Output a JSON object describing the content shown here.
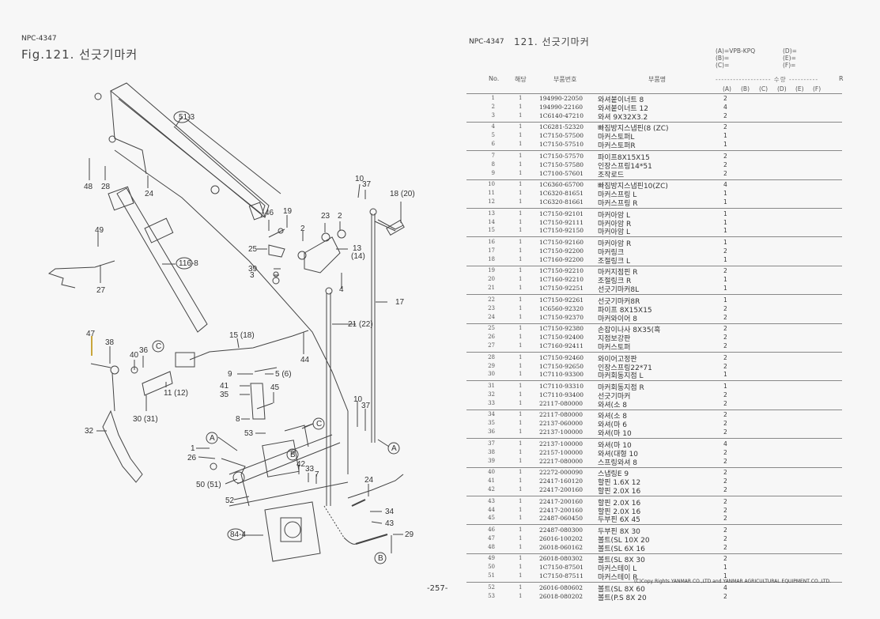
{
  "left_page": {
    "code": "NPC-4347",
    "title": "Fig.121.  선긋기마커"
  },
  "diagram": {
    "callouts": [
      "51-3",
      "48",
      "28",
      "24",
      "49",
      "116-8",
      "27",
      "46",
      "19",
      "25",
      "39",
      "3",
      "2",
      "23",
      "2",
      "13",
      "(14)",
      "4",
      "10",
      "37",
      "18 (20)",
      "17",
      "21 (22)",
      "47",
      "38",
      "36",
      "40",
      "C",
      "15 (18)",
      "44",
      "9",
      "5 (6)",
      "41",
      "35",
      "45",
      "11 (12)",
      "30 (31)",
      "32",
      "8",
      "53",
      "C",
      "A",
      "1",
      "26",
      "B",
      "42",
      "33",
      "7",
      "50 (51)",
      "52",
      "24",
      "34",
      "43",
      "84-4",
      "29",
      "B",
      "10",
      "37",
      "A"
    ]
  },
  "right_page": {
    "code": "NPC-4347",
    "title": "121.  선긋기마커",
    "models": {
      "A": "(A)=VPB-KPQ",
      "B": "(B)=",
      "C": "(C)=",
      "D": "(D)=",
      "E": "(E)=",
      "F": "(F)="
    },
    "headers": {
      "no": "No.",
      "applicable": "해당",
      "part_number": "부품번호",
      "part_name": "부품명",
      "quantity": "------------------- 수량 ----------",
      "remark": "R",
      "qty_cols": [
        "(A)",
        "(B)",
        "(C)",
        "(D)",
        "(E)",
        "(F)"
      ]
    },
    "rows": [
      {
        "no": "1",
        "app": "1",
        "pn": "194990-22050",
        "name": "와셔붙이너트 8",
        "qa": "2"
      },
      {
        "no": "2",
        "app": "1",
        "pn": "194990-22160",
        "name": "와셔붙이너트 12",
        "qa": "4"
      },
      {
        "no": "3",
        "app": "1",
        "pn": "1C6140-47210",
        "name": "와셔 9X32X3.2",
        "qa": "2"
      },
      {
        "no": "4",
        "app": "1",
        "pn": "1C6281-52320",
        "name": "빠짐방지스냅핀(8 (ZC)",
        "qa": "2"
      },
      {
        "no": "5",
        "app": "1",
        "pn": "1C7150-57500",
        "name": "마커스토퍼L",
        "qa": "1"
      },
      {
        "no": "6",
        "app": "1",
        "pn": "1C7150-57510",
        "name": "마커스토퍼R",
        "qa": "1"
      },
      {
        "no": "7",
        "app": "1",
        "pn": "1C7150-57570",
        "name": "파이프8X15X15",
        "qa": "2"
      },
      {
        "no": "8",
        "app": "1",
        "pn": "1C7150-57580",
        "name": "인장스프링14*51",
        "qa": "2"
      },
      {
        "no": "9",
        "app": "1",
        "pn": "1C7100-57601",
        "name": "조작로드",
        "qa": "2"
      },
      {
        "no": "10",
        "app": "1",
        "pn": "1C6360-65700",
        "name": "빠짐방지스냅핀10(ZC)",
        "qa": "4"
      },
      {
        "no": "11",
        "app": "1",
        "pn": "1C6320-81651",
        "name": "마커스프링 L",
        "qa": "1"
      },
      {
        "no": "12",
        "app": "1",
        "pn": "1C6320-81661",
        "name": "마커스프링 R",
        "qa": "1"
      },
      {
        "no": "13",
        "app": "1",
        "pn": "1C7150-92101",
        "name": "마커아암 L",
        "qa": "1"
      },
      {
        "no": "14",
        "app": "1",
        "pn": "1C7150-92111",
        "name": "마커아암 R",
        "qa": "1"
      },
      {
        "no": "15",
        "app": "1",
        "pn": "1C7150-92150",
        "name": "마커아암 L",
        "qa": "1"
      },
      {
        "no": "16",
        "app": "1",
        "pn": "1C7150-92160",
        "name": "마커아암 R",
        "qa": "1"
      },
      {
        "no": "17",
        "app": "1",
        "pn": "1C7150-92200",
        "name": "마커링크",
        "qa": "2"
      },
      {
        "no": "18",
        "app": "1",
        "pn": "1C7160-92200",
        "name": "조절링크 L",
        "qa": "1"
      },
      {
        "no": "19",
        "app": "1",
        "pn": "1C7150-92210",
        "name": "마커지점핀 R",
        "qa": "2"
      },
      {
        "no": "20",
        "app": "1",
        "pn": "1C7160-92210",
        "name": "조절링크 R",
        "qa": "1"
      },
      {
        "no": "21",
        "app": "1",
        "pn": "1C7150-92251",
        "name": "선긋기마커8L",
        "qa": "1"
      },
      {
        "no": "22",
        "app": "1",
        "pn": "1C7150-92261",
        "name": "선긋기마커8R",
        "qa": "1"
      },
      {
        "no": "23",
        "app": "1",
        "pn": "1C6560-92320",
        "name": "파이프 8X15X15",
        "qa": "2"
      },
      {
        "no": "24",
        "app": "1",
        "pn": "1C7150-92370",
        "name": "마커와이어 8",
        "qa": "2"
      },
      {
        "no": "25",
        "app": "1",
        "pn": "1C7150-92380",
        "name": "손잡이나사 8X35(흑",
        "qa": "2"
      },
      {
        "no": "26",
        "app": "1",
        "pn": "1C7150-92400",
        "name": "지점보강판",
        "qa": "2"
      },
      {
        "no": "27",
        "app": "1",
        "pn": "1C7160-92411",
        "name": "마커스토퍼",
        "qa": "2"
      },
      {
        "no": "28",
        "app": "1",
        "pn": "1C7150-92460",
        "name": "와이어고정판",
        "qa": "2"
      },
      {
        "no": "29",
        "app": "1",
        "pn": "1C7150-92650",
        "name": "인장스프링22*71",
        "qa": "2"
      },
      {
        "no": "30",
        "app": "1",
        "pn": "1C7110-93300",
        "name": "마커회동지점 L",
        "qa": "1"
      },
      {
        "no": "31",
        "app": "1",
        "pn": "1C7110-93310",
        "name": "마커회동지점 R",
        "qa": "1"
      },
      {
        "no": "32",
        "app": "1",
        "pn": "1C7110-93400",
        "name": "선긋기마커",
        "qa": "2"
      },
      {
        "no": "33",
        "app": "1",
        "pn": "22117-080000",
        "name": "와셔(소 8",
        "qa": "2"
      },
      {
        "no": "34",
        "app": "1",
        "pn": "22117-080000",
        "name": "와셔(소 8",
        "qa": "2"
      },
      {
        "no": "35",
        "app": "1",
        "pn": "22137-060000",
        "name": "와셔(마 6",
        "qa": "2"
      },
      {
        "no": "36",
        "app": "1",
        "pn": "22137-100000",
        "name": "와셔(마 10",
        "qa": "2"
      },
      {
        "no": "37",
        "app": "1",
        "pn": "22137-100000",
        "name": "와셔(마 10",
        "qa": "4"
      },
      {
        "no": "38",
        "app": "1",
        "pn": "22157-100000",
        "name": "와셔(대형 10",
        "qa": "2"
      },
      {
        "no": "39",
        "app": "1",
        "pn": "22217-080000",
        "name": "스프링와셔 8",
        "qa": "2"
      },
      {
        "no": "40",
        "app": "1",
        "pn": "22272-000090",
        "name": "스냅링E 9",
        "qa": "2"
      },
      {
        "no": "41",
        "app": "1",
        "pn": "22417-160120",
        "name": "할핀 1.6X 12",
        "qa": "2"
      },
      {
        "no": "42",
        "app": "1",
        "pn": "22417-200160",
        "name": "할핀 2.0X 16",
        "qa": "2"
      },
      {
        "no": "43",
        "app": "1",
        "pn": "22417-200160",
        "name": "할핀 2.0X 16",
        "qa": "2"
      },
      {
        "no": "44",
        "app": "1",
        "pn": "22417-200160",
        "name": "할핀 2.0X 16",
        "qa": "2"
      },
      {
        "no": "45",
        "app": "1",
        "pn": "22487-060450",
        "name": "두부핀  6X 45",
        "qa": "2"
      },
      {
        "no": "46",
        "app": "1",
        "pn": "22487-080300",
        "name": "두부핀  8X 30",
        "qa": "2"
      },
      {
        "no": "47",
        "app": "1",
        "pn": "26016-100202",
        "name": "볼트(SL 10X 20",
        "qa": "2"
      },
      {
        "no": "48",
        "app": "1",
        "pn": "26018-060162",
        "name": "볼트(SL 6X 16",
        "qa": "2"
      },
      {
        "no": "49",
        "app": "1",
        "pn": "26018-080302",
        "name": "볼트(SL   8X 30",
        "qa": "2"
      },
      {
        "no": "50",
        "app": "1",
        "pn": "1C7150-87501",
        "name": "마커스테이 L",
        "qa": "1"
      },
      {
        "no": "51",
        "app": "1",
        "pn": "1C7150-87511",
        "name": "마커스테이 R",
        "qa": "1"
      },
      {
        "no": "52",
        "app": "1",
        "pn": "26016-080602",
        "name": "볼트(SL  8X 60",
        "qa": "4"
      },
      {
        "no": "53",
        "app": "1",
        "pn": "26018-080202",
        "name": "볼트(P.S  8X 20",
        "qa": "2"
      }
    ],
    "copyright": "(C)Copy Rights  YANMAR CO.,LTD and YANMAR AGRICULTURAL EQUIPMENT CO.,LTD.",
    "page_number": "-257-"
  }
}
